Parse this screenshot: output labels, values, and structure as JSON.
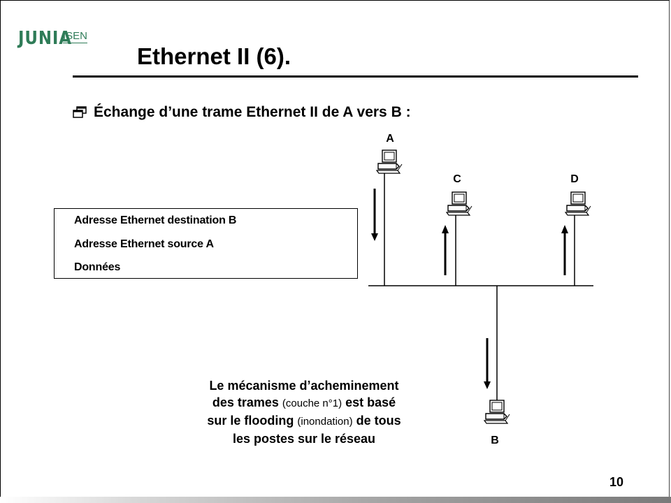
{
  "logo": {
    "main": "JUNIA",
    "sub": "ISEN"
  },
  "title": "Ethernet II (6).",
  "bullet": {
    "icon": "window-bullet-icon",
    "text": "Échange d’une trame Ethernet II de A vers B :"
  },
  "frame": [
    "Adresse Ethernet destination B",
    "Adresse Ethernet source A",
    "Données"
  ],
  "nodes": {
    "a": "A",
    "b": "B",
    "c": "C",
    "d": "D"
  },
  "caption": {
    "line1": "Le mécanisme d’acheminement",
    "line2_a": "des trames ",
    "line2_small": "(couche n°1)",
    "line2_b": " est basé",
    "line3_a": "sur le flooding ",
    "line3_small": "(inondation)",
    "line3_b": " de tous",
    "line4": "les postes sur le réseau"
  },
  "page_number": "10",
  "colors": {
    "logo": "#2f7c58",
    "text": "#000000"
  }
}
